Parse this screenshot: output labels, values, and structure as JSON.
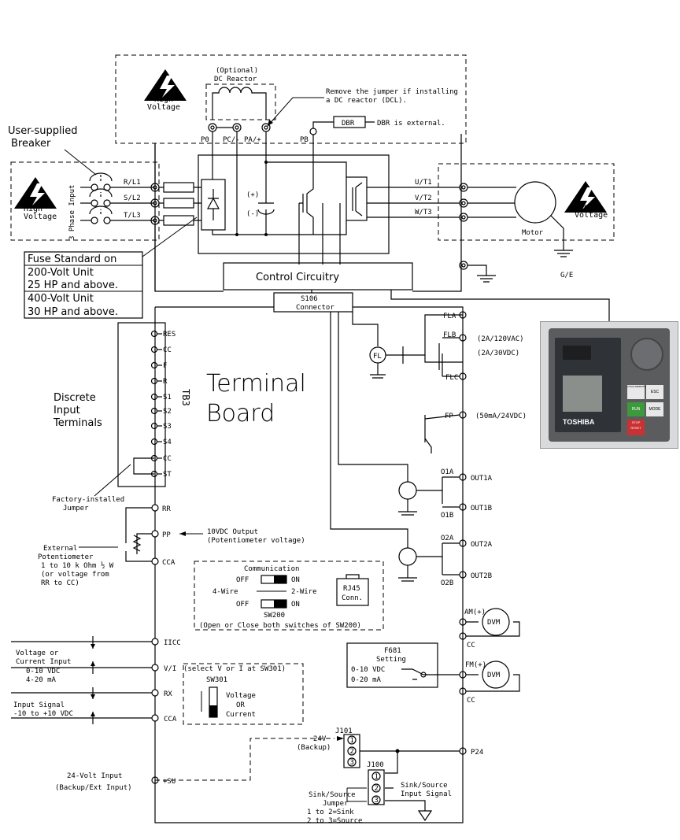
{
  "colors": {
    "keypad_body": "#5a5c5e",
    "keypad_screen": "#2f3236",
    "keypad_lcd": "#8a8f8c",
    "run": "#3c9a3c",
    "stop": "#c83232",
    "bg": "#ffffff"
  },
  "hv": {
    "label": "High\nVoltage"
  },
  "reactor": {
    "optional": "(Optional)",
    "title": "DC Reactor",
    "note1": "Remove the jumper if installing",
    "note2": "a DC reactor (DCL)."
  },
  "dbr": {
    "label": "DBR",
    "note": "DBR is external."
  },
  "breaker": {
    "line1": "User-supplied",
    "line2": "Breaker"
  },
  "bus_terminals": {
    "p0": "P0",
    "pc": "PC/-",
    "pa": "PA/+",
    "pb": "PB"
  },
  "input": {
    "phase_label": "3 Phase Input",
    "r": "R/L1",
    "s": "S/L2",
    "t": "T/L3"
  },
  "cap": {
    "plus": "(+)",
    "minus": "(-)"
  },
  "output": {
    "u": "U/T1",
    "v": "V/T2",
    "w": "W/T3",
    "motor": "Motor",
    "ground": "G/E"
  },
  "fuse_note": [
    "Fuse Standard on",
    "200-Volt Unit",
    "25 HP and above.",
    "400-Volt Unit",
    "30 HP and above."
  ],
  "control": {
    "title": "Control Circuitry",
    "connector1": "S106",
    "connector2": "Connector"
  },
  "tb3": {
    "label": "TB3",
    "terminals": [
      "RES",
      "CC",
      "F",
      "R",
      "S1",
      "S2",
      "S3",
      "S4",
      "CC",
      "ST"
    ]
  },
  "board": {
    "line1": "Terminal",
    "line2": "Board"
  },
  "discrete": {
    "line1": "Discrete",
    "line2": "Input",
    "line3": "Terminals"
  },
  "jumper": {
    "line1": "Factory-installed",
    "line2": "Jumper"
  },
  "analog": {
    "rr": "RR",
    "pp": "PP",
    "cca": "CCA",
    "pp_note1": "10VDC Output",
    "pp_note2": "(Potentiometer voltage)"
  },
  "pot": {
    "line1": "External",
    "line2": "Potentiometer",
    "line3": "1 to 10 k Ohm ½ W",
    "line4": "(or voltage from",
    "line5": "RR to CC)"
  },
  "comm": {
    "title": "Communication",
    "off": "OFF",
    "on": "ON",
    "four": "4-Wire",
    "two": "2-Wire",
    "sw": "SW200",
    "rj1": "RJ45",
    "rj2": "Conn.",
    "note": "(Open or Close both switches of SW200)"
  },
  "relay": {
    "fla": "FLA",
    "flb": "FLB",
    "flc": "FLC",
    "rating1": "(2A/120VAC)",
    "rating2": "(2A/30VDC)",
    "fl": "FL"
  },
  "fp": {
    "label": "FP",
    "rating": "(50mA/24VDC)"
  },
  "out1": {
    "a": "O1A",
    "b": "O1B",
    "ta": "OUT1A",
    "tb": "OUT1B"
  },
  "out2": {
    "a": "O2A",
    "b": "O2B",
    "ta": "OUT2A",
    "tb": "OUT2B"
  },
  "am": {
    "label": "AM(+)",
    "cc": "CC",
    "dvm": "DVM"
  },
  "fm": {
    "label": "FM(+)",
    "cc": "CC",
    "dvm": "DVM"
  },
  "f681": {
    "title1": "F681",
    "title2": "Setting",
    "v": "0-10  VDC",
    "i": "0-20  mA"
  },
  "vi": {
    "iicc": "IICC",
    "vi": "V/I",
    "rx": "RX",
    "cca": "CCA",
    "label1": "Voltage or",
    "label2": "Current Input",
    "label3": "0-10 VDC",
    "label4": "4-20 mA",
    "sig1": "Input Signal",
    "sig2": "-10 to +10 VDC"
  },
  "sw301": {
    "note": "(select V or I at SW301)",
    "name": "SW301",
    "voltage": "Voltage",
    "or": "OR",
    "current": "Current"
  },
  "j101": {
    "name": "J101",
    "v24": "24V",
    "backup": "(Backup)"
  },
  "j100": {
    "name": "J100",
    "signal1": "Sink/Source",
    "signal2": "Input Signal",
    "jumper1": "Sink/Source",
    "jumper2": "Jumper",
    "n1": "1 to 2=Sink",
    "n2": "2 to 3=Source"
  },
  "p24": "P24",
  "su": {
    "label": "+SU",
    "line1": "24-Volt Input",
    "line2": "(Backup/Ext Input)"
  },
  "pins": {
    "p1": "1",
    "p2": "2",
    "p3": "3"
  },
  "keypad": {
    "local": "LOCAL/REMOTE",
    "esc": "ESC",
    "run": "RUN",
    "mode": "MODE",
    "stop": "STOP",
    "reset": "RESET",
    "brand": "TOSHIBA"
  }
}
